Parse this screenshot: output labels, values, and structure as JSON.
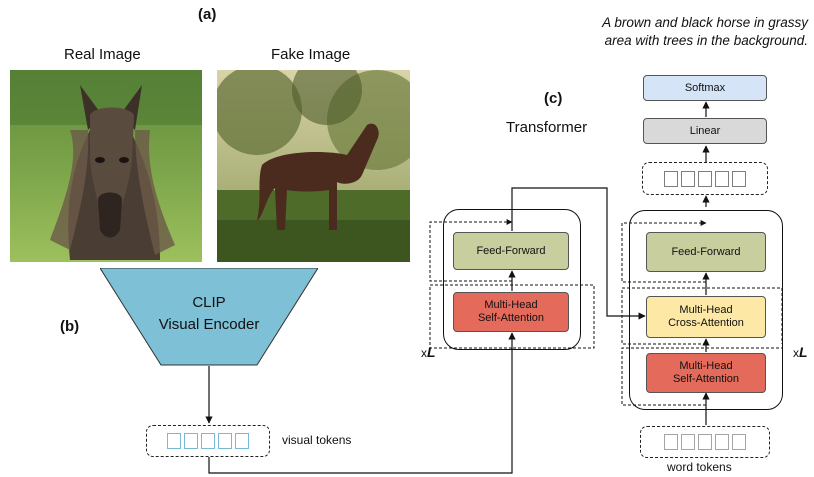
{
  "panels": {
    "a": "(a)",
    "b": "(b)",
    "c": "(c)"
  },
  "images": {
    "real_label": "Real Image",
    "fake_label": "Fake Image"
  },
  "encoder": {
    "line1": "CLIP",
    "line2": "Visual Encoder",
    "color": "#7ec0d6"
  },
  "visual_tokens": {
    "label": "visual tokens",
    "count": 5
  },
  "transformer": {
    "title": "Transformer",
    "caption_line1": "A brown and black horse in grassy",
    "caption_line2": "area with trees in the background.",
    "softmax": "Softmax",
    "linear": "Linear",
    "encoder_block": {
      "feed_forward": "Feed-Forward",
      "attn_line1": "Multi-Head",
      "attn_line2": "Self-Attention",
      "repeat_x": "x",
      "repeat_L": "L"
    },
    "decoder_block": {
      "feed_forward": "Feed-Forward",
      "cross_line1": "Multi-Head",
      "cross_line2": "Cross-Attention",
      "self_line1": "Multi-Head",
      "self_line2": "Self-Attention",
      "repeat_x": "x",
      "repeat_L": "L"
    },
    "word_tokens_label": "word tokens",
    "word_token_count": 5,
    "output_token_count": 5
  },
  "colors": {
    "feed_forward": "#c9ce9e",
    "self_attention": "#e46b5b",
    "cross_attention": "#fde9a5",
    "softmax": "#d6e4f7",
    "linear": "#d9d9d9"
  }
}
